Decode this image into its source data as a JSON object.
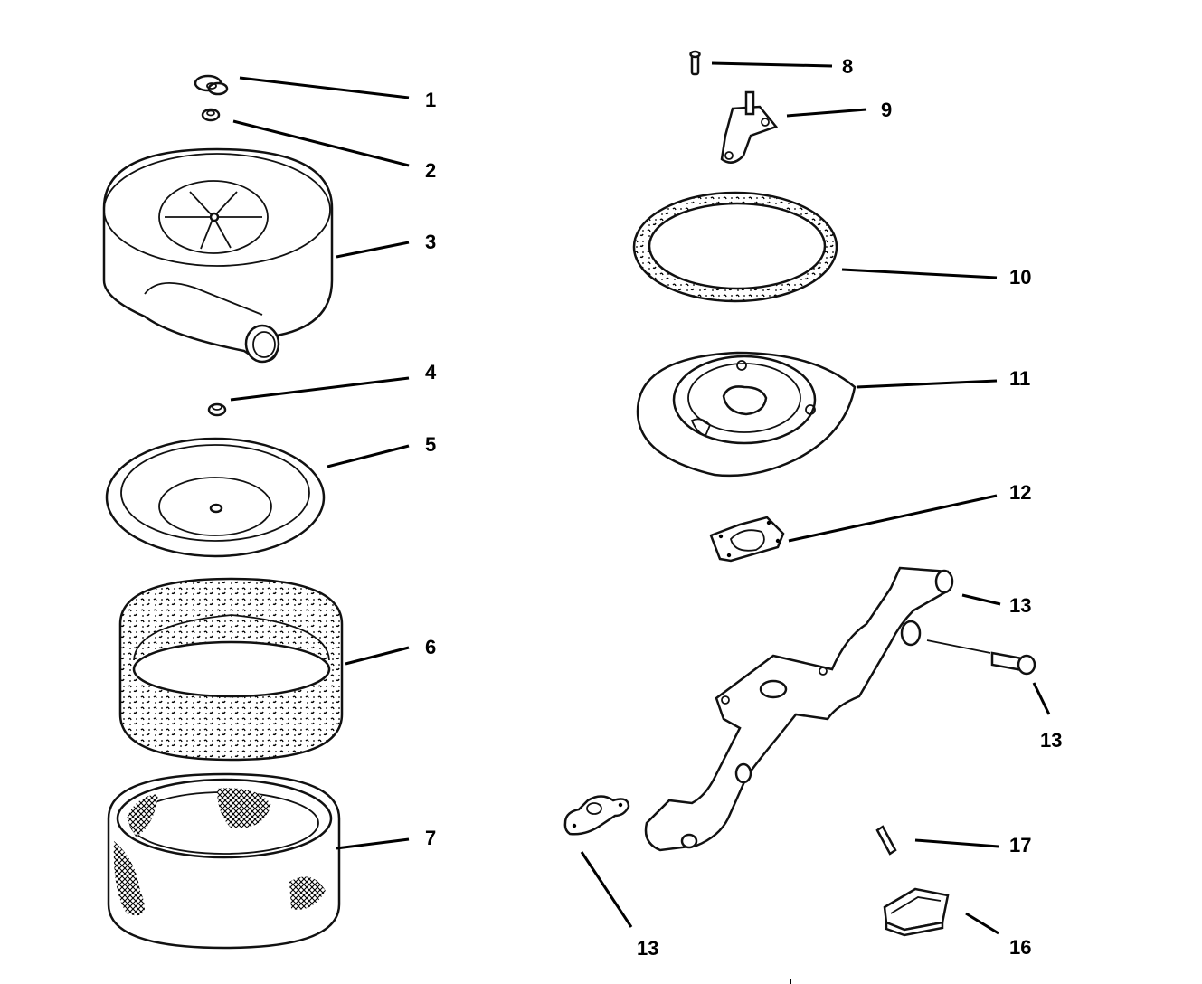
{
  "callouts": [
    {
      "id": "c1",
      "label": "1"
    },
    {
      "id": "c2",
      "label": "2"
    },
    {
      "id": "c3",
      "label": "3"
    },
    {
      "id": "c4",
      "label": "4"
    },
    {
      "id": "c5",
      "label": "5"
    },
    {
      "id": "c6",
      "label": "6"
    },
    {
      "id": "c7",
      "label": "7"
    },
    {
      "id": "c8",
      "label": "8"
    },
    {
      "id": "c9",
      "label": "9"
    },
    {
      "id": "c10",
      "label": "10"
    },
    {
      "id": "c11",
      "label": "11"
    },
    {
      "id": "c12",
      "label": "12"
    },
    {
      "id": "c13a",
      "label": "13"
    },
    {
      "id": "c13b",
      "label": "13"
    },
    {
      "id": "c13c",
      "label": "13"
    },
    {
      "id": "c17",
      "label": "17"
    },
    {
      "id": "c16",
      "label": "16"
    }
  ],
  "parts": {
    "wing_nut": "wing-nut-icon",
    "small_nut_top": "nut-icon",
    "air_cleaner_cover": "air-cleaner-cover-icon",
    "small_nut_lower": "nut-icon",
    "lid": "air-cleaner-lid-icon",
    "filter_element": "filter-element-icon",
    "mesh_screen": "mesh-screen-icon",
    "screw": "screw-icon",
    "bracket": "bracket-icon",
    "gasket_ring": "gasket-ring-icon",
    "base_plate": "base-plate-icon",
    "flange_gasket": "flange-gasket-icon",
    "intake_pipe": "intake-pipe-icon",
    "bolt": "bolt-icon",
    "end_gasket": "end-gasket-icon",
    "small_screw": "screw-icon",
    "rubber_block": "rubber-block-icon"
  }
}
